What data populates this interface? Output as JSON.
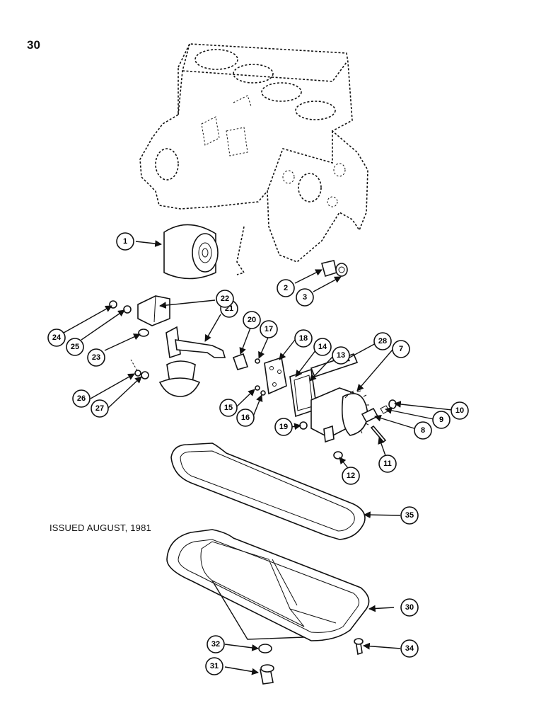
{
  "page": {
    "number": "30",
    "issued_note": "ISSUED AUGUST, 1981"
  },
  "callouts": [
    "1",
    "2",
    "3",
    "7",
    "8",
    "9",
    "10",
    "11",
    "12",
    "13",
    "14",
    "15",
    "16",
    "17",
    "18",
    "19",
    "20",
    "21",
    "22",
    "23",
    "24",
    "25",
    "26",
    "27",
    "28",
    "30",
    "31",
    "32",
    "34",
    "35"
  ]
}
